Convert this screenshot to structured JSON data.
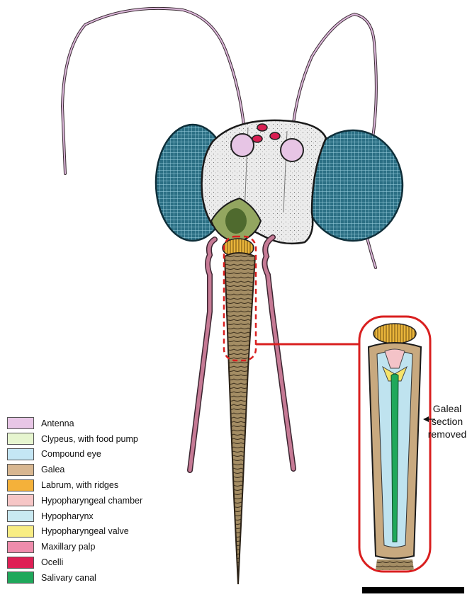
{
  "legend": [
    {
      "label": "Antenna",
      "color": "#e8c6e6"
    },
    {
      "label": "Clypeus, with food pump",
      "color": "#e6f5cf"
    },
    {
      "label": "Compound eye",
      "color": "#c4e6f4"
    },
    {
      "label": "Galea",
      "color": "#d8b791"
    },
    {
      "label": "Labrum, with ridges",
      "color": "#f4b13a"
    },
    {
      "label": "Hypopharyngeal chamber",
      "color": "#f6c6c6"
    },
    {
      "label": "Hypopharynx",
      "color": "#c9e9f1"
    },
    {
      "label": "Hypopharyngeal valve",
      "color": "#f8ed84"
    },
    {
      "label": "Maxillary palp",
      "color": "#ef8cac"
    },
    {
      "label": "Ocelli",
      "color": "#de1f55"
    },
    {
      "label": "Salivary canal",
      "color": "#1fa85b"
    }
  ],
  "callout": {
    "line1": "Galeal",
    "line2": "section",
    "line3": "removed"
  },
  "colors": {
    "eye": "#1e5f73",
    "head": "#ececec",
    "highlight": "#d91f1f",
    "galea": "#8d7650"
  }
}
